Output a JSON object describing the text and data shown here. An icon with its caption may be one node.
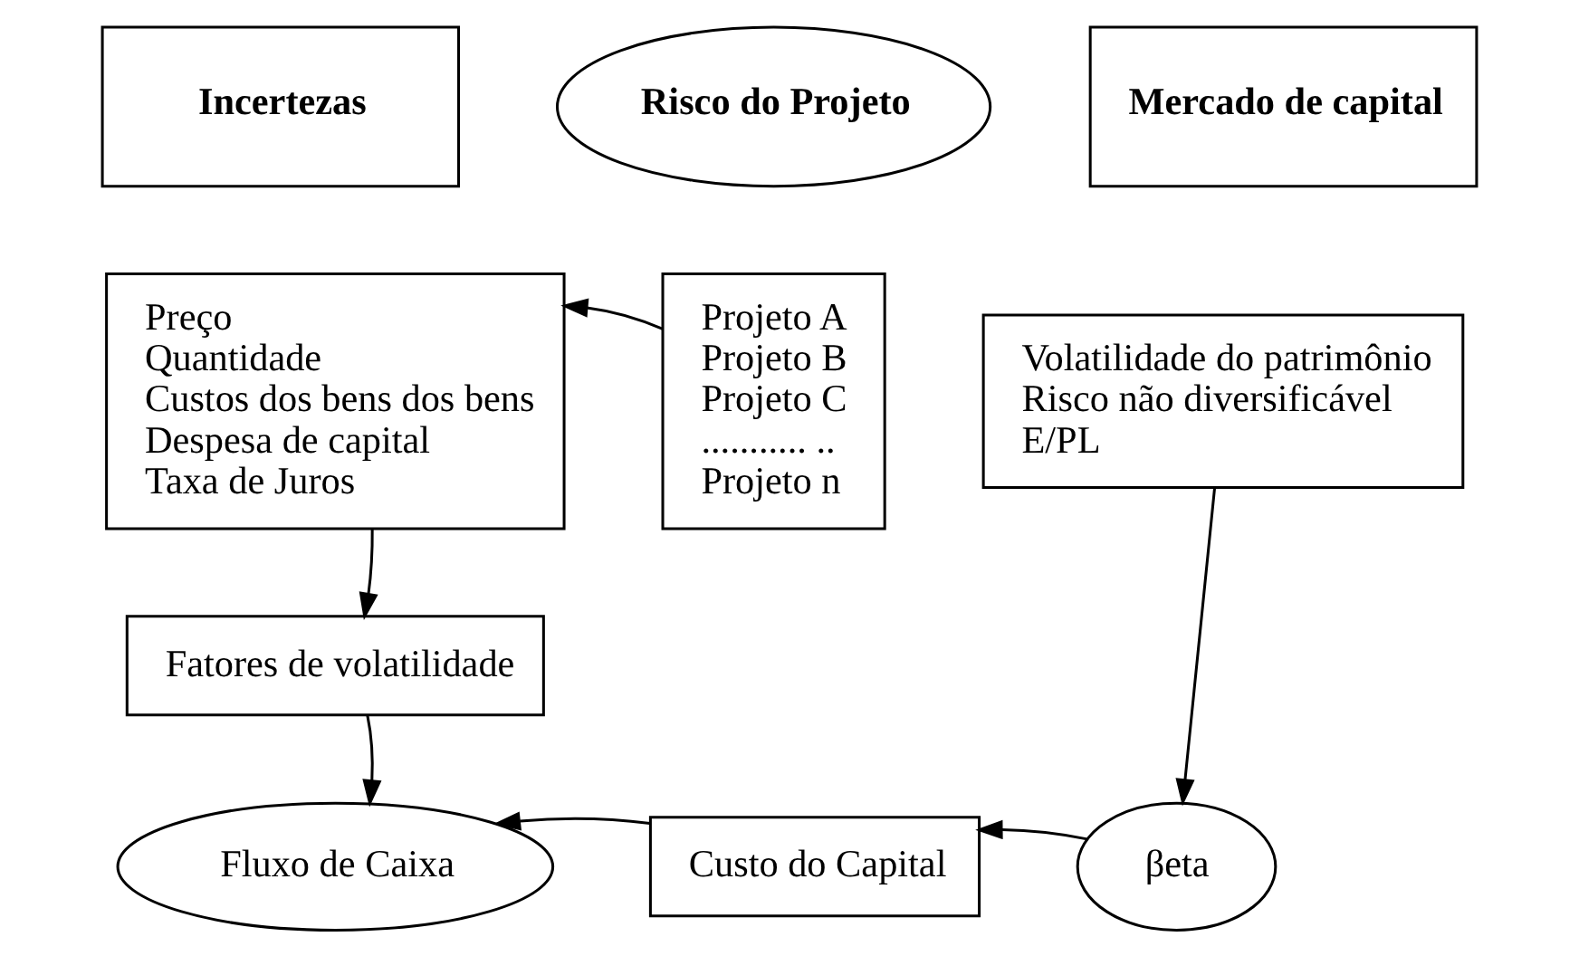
{
  "diagram": {
    "nodes": [
      {
        "text": [
          "Incertezas"
        ]
      },
      {
        "text": [
          "Risco do Projeto"
        ]
      },
      {
        "text": [
          "Mercado de capital"
        ]
      },
      {
        "text": [
          "Preço",
          "Quantidade",
          "Custos dos bens dos bens",
          "Despesa de capital",
          "Taxa de Juros"
        ]
      },
      {
        "text": [
          "Projeto A",
          "Projeto B",
          "Projeto C",
          "........... ..",
          "Projeto n"
        ]
      },
      {
        "text": [
          "Volatilidade do patrimônio",
          "Risco não diversificável",
          "E/PL"
        ]
      },
      {
        "text": [
          "Fatores de volatilidade"
        ]
      },
      {
        "text": [
          "Custo do Capital"
        ]
      },
      {
        "text": [
          "Fluxo de Caixa"
        ]
      },
      {
        "text": [
          "βeta"
        ]
      }
    ],
    "edges": [
      {
        "from": 4,
        "to": 3,
        "arrow": "to"
      },
      {
        "from": 3,
        "to": 6,
        "arrow": "to"
      },
      {
        "from": 6,
        "to": 8,
        "arrow": "to"
      },
      {
        "from": 5,
        "to": 9,
        "arrow": "to"
      },
      {
        "from": 9,
        "to": 7,
        "arrow": "to"
      },
      {
        "from": 7,
        "to": 8,
        "arrow": "to"
      }
    ]
  }
}
